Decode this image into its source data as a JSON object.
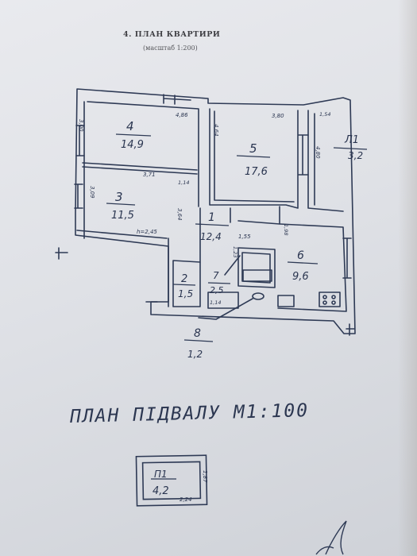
{
  "header": {
    "title": "4. ПЛАН КВАРТИРИ",
    "scale": "(масштаб 1:200)"
  },
  "rooms": [
    {
      "number": "4",
      "area": "14,9",
      "dims": [
        "3,00",
        "4,86"
      ]
    },
    {
      "number": "5",
      "area": "17,6",
      "dims": [
        "4,64",
        "3,80"
      ]
    },
    {
      "number": "Л1",
      "area": "3,2",
      "dims": [
        "1,54",
        "4,80"
      ]
    },
    {
      "number": "3",
      "area": "11,5",
      "dims": [
        "3,71",
        "3,09",
        "1,14",
        "3,64"
      ]
    },
    {
      "number": "1",
      "area": "12,4",
      "dims": [
        "1,55",
        "1,23",
        "1,98"
      ]
    },
    {
      "number": "6",
      "area": "9,6",
      "dims": []
    },
    {
      "number": "2",
      "area": "1,5",
      "dims": []
    },
    {
      "number": "7",
      "area": "2,5",
      "dims": []
    },
    {
      "number": "8",
      "area": "1,2",
      "dims": [
        "1,14"
      ]
    }
  ],
  "ceiling_height": "h=2,45",
  "basement": {
    "title": "ПЛАН ПІДВАЛУ М1:100",
    "room_number": "П1",
    "area": "4,2",
    "dims": [
      "1,87",
      "2,24"
    ]
  }
}
